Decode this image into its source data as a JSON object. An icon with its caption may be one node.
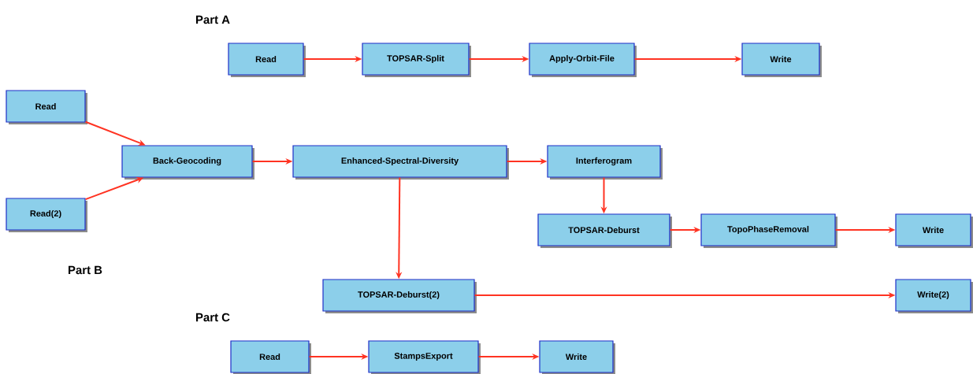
{
  "diagram": {
    "nodes": [
      {
        "text": [
          "Read"
        ]
      },
      {
        "text": [
          "TOPSAR-Split"
        ]
      },
      {
        "text": [
          "Apply-Orbit-File"
        ]
      },
      {
        "text": [
          "Write"
        ]
      },
      {
        "text": [
          "Read"
        ]
      },
      {
        "text": [
          "Back-Geocoding"
        ]
      },
      {
        "text": [
          "Enhanced-Spectral-Diversity"
        ]
      },
      {
        "text": [
          "Interferogram"
        ]
      },
      {
        "text": [
          "Read(2)"
        ]
      },
      {
        "text": [
          "TOPSAR-Deburst"
        ]
      },
      {
        "text": [
          "TopoPhaseRemoval"
        ]
      },
      {
        "text": [
          "Write"
        ]
      },
      {
        "text": [
          "TOPSAR-Deburst(2)"
        ]
      },
      {
        "text": [
          "Write(2)"
        ]
      },
      {
        "text": [
          "Read"
        ]
      },
      {
        "text": [
          "StampsExport"
        ]
      },
      {
        "text": [
          "Write"
        ]
      }
    ],
    "edges": [
      {
        "from": 0,
        "to": 1,
        "arrow": "to"
      },
      {
        "from": 1,
        "to": 2,
        "arrow": "to"
      },
      {
        "from": 2,
        "to": 3,
        "arrow": "to"
      },
      {
        "from": 4,
        "to": 5,
        "arrow": "to"
      },
      {
        "from": 8,
        "to": 5,
        "arrow": "to"
      },
      {
        "from": 5,
        "to": 6,
        "arrow": "to"
      },
      {
        "from": 6,
        "to": 7,
        "arrow": "to"
      },
      {
        "from": 7,
        "to": 9,
        "arrow": "to"
      },
      {
        "from": 9,
        "to": 10,
        "arrow": "to"
      },
      {
        "from": 10,
        "to": 11,
        "arrow": "to"
      },
      {
        "from": 6,
        "to": 12,
        "arrow": "to"
      },
      {
        "from": 12,
        "to": 13,
        "arrow": "to"
      },
      {
        "from": 14,
        "to": 15,
        "arrow": "to"
      },
      {
        "from": 15,
        "to": 16,
        "arrow": "to"
      }
    ],
    "labels": [
      "Part A",
      "Part B",
      "Part C"
    ]
  }
}
